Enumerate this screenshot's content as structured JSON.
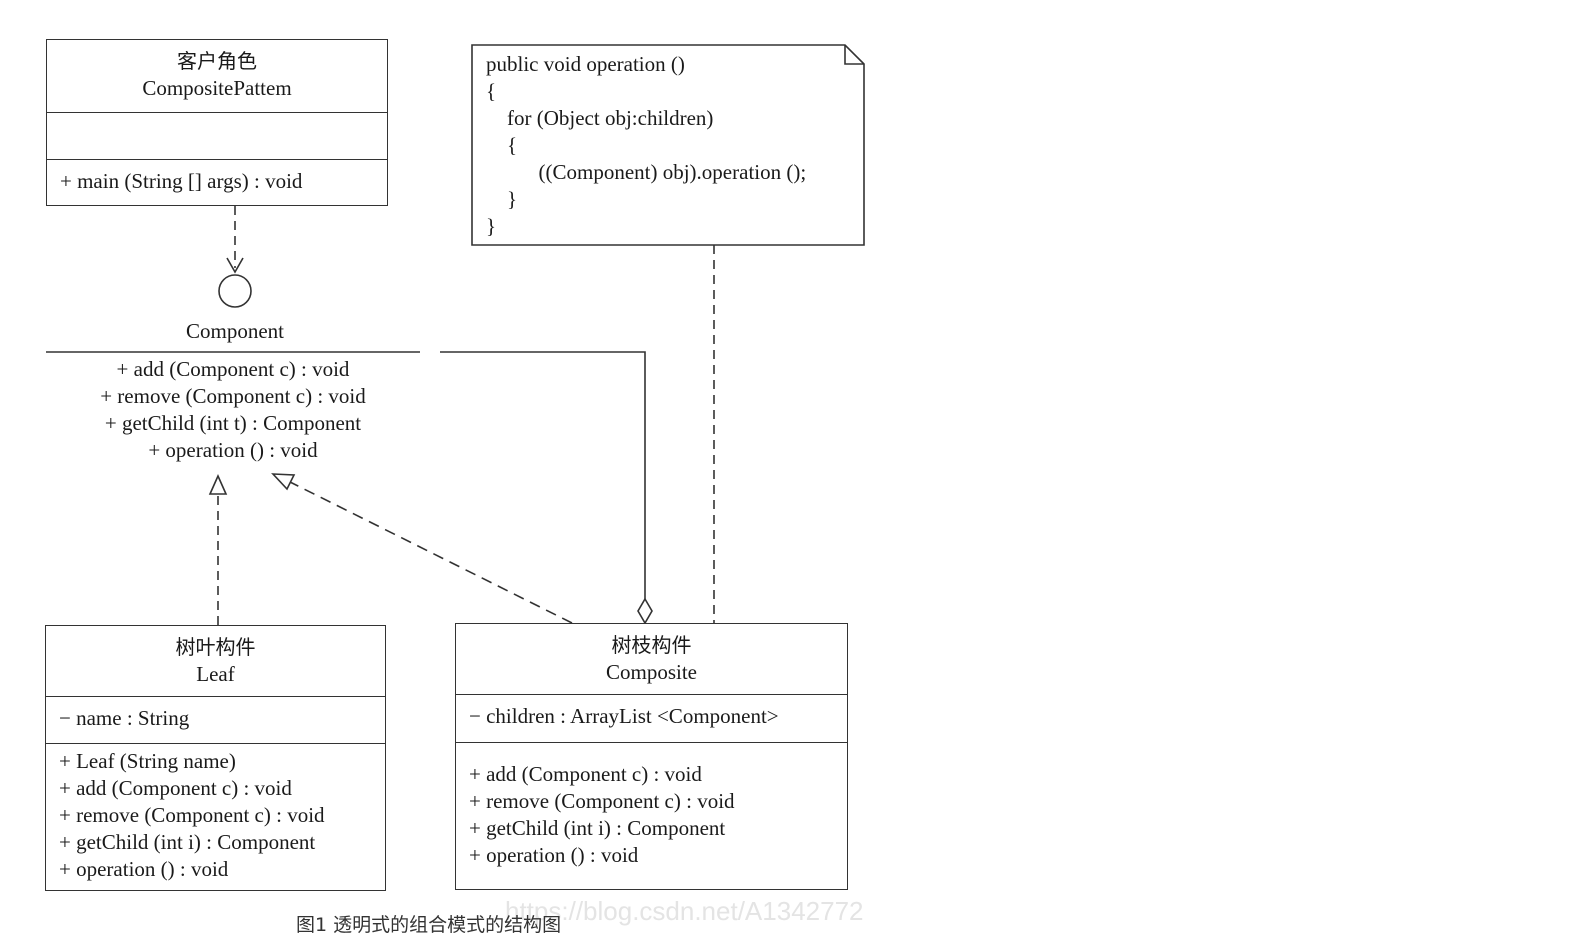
{
  "client": {
    "name_cn": "客户角色",
    "name_en": "CompositePattem",
    "methods": [
      "+ main (String [] args) : void"
    ]
  },
  "component": {
    "name": "Component",
    "methods": [
      "+ add (Component c) : void",
      "+ remove (Component c) : void",
      "+ getChild (int t) : Component",
      "+ operation () : void"
    ]
  },
  "note": {
    "lines": [
      "public void operation ()",
      "{",
      "    for (Object obj:children)",
      "    {",
      "          ((Component) obj).operation ();",
      "    }",
      "}"
    ]
  },
  "leaf": {
    "name_cn": "树叶构件",
    "name_en": "Leaf",
    "fields": [
      "− name : String"
    ],
    "methods": [
      "+ Leaf (String name)",
      "+ add (Component c) : void",
      "+ remove (Component c) : void",
      "+ getChild (int i) : Component",
      "+ operation () : void"
    ]
  },
  "composite": {
    "name_cn": "树枝构件",
    "name_en": "Composite",
    "fields": [
      "− children : ArrayList <Component>"
    ],
    "methods": [
      "+ add (Component c) : void",
      "+ remove (Component c) : void",
      "+ getChild (int i) : Component",
      "+ operation () : void"
    ]
  },
  "caption": "图1 透明式的组合模式的结构图",
  "watermark": "https://blog.csdn.net/A1342772"
}
